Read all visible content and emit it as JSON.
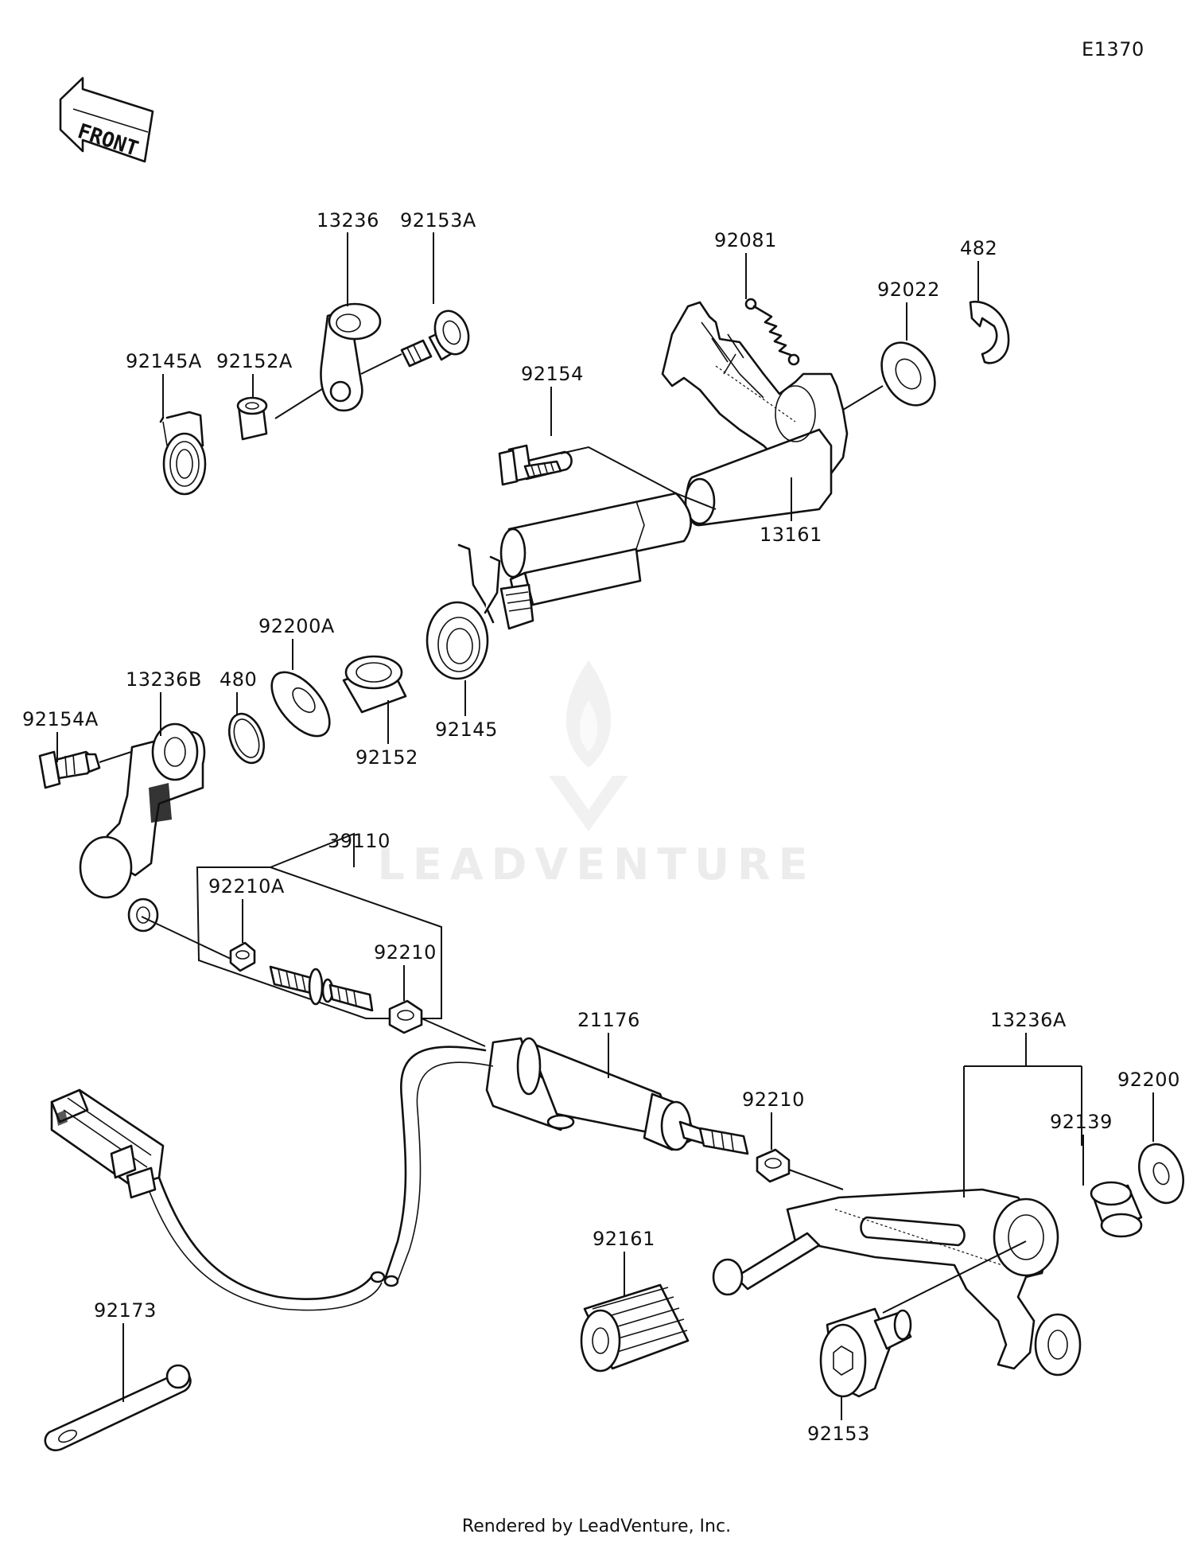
{
  "diagram_code": "E1370",
  "front_arrow_label": "FRONT",
  "watermark_text": "LEADVENTURE",
  "footer_text": "Rendered by LeadVenture, Inc.",
  "parts": [
    {
      "id": "p13236",
      "number": "13236"
    },
    {
      "id": "p92153A",
      "number": "92153A"
    },
    {
      "id": "p92145A",
      "number": "92145A"
    },
    {
      "id": "p92152A",
      "number": "92152A"
    },
    {
      "id": "p92081",
      "number": "92081"
    },
    {
      "id": "p92022",
      "number": "92022"
    },
    {
      "id": "p482",
      "number": "482"
    },
    {
      "id": "p92154",
      "number": "92154"
    },
    {
      "id": "p13161",
      "number": "13161"
    },
    {
      "id": "p92200A",
      "number": "92200A"
    },
    {
      "id": "p480",
      "number": "480"
    },
    {
      "id": "p13236B",
      "number": "13236B"
    },
    {
      "id": "p92154A",
      "number": "92154A"
    },
    {
      "id": "p92152",
      "number": "92152"
    },
    {
      "id": "p92145",
      "number": "92145"
    },
    {
      "id": "p39110",
      "number": "39110"
    },
    {
      "id": "p92210A",
      "number": "92210A"
    },
    {
      "id": "p92210_1",
      "number": "92210"
    },
    {
      "id": "p21176",
      "number": "21176"
    },
    {
      "id": "p92210_2",
      "number": "92210"
    },
    {
      "id": "p13236A",
      "number": "13236A"
    },
    {
      "id": "p92200",
      "number": "92200"
    },
    {
      "id": "p92139",
      "number": "92139"
    },
    {
      "id": "p92161",
      "number": "92161"
    },
    {
      "id": "p92173",
      "number": "92173"
    },
    {
      "id": "p92153",
      "number": "92153"
    }
  ]
}
